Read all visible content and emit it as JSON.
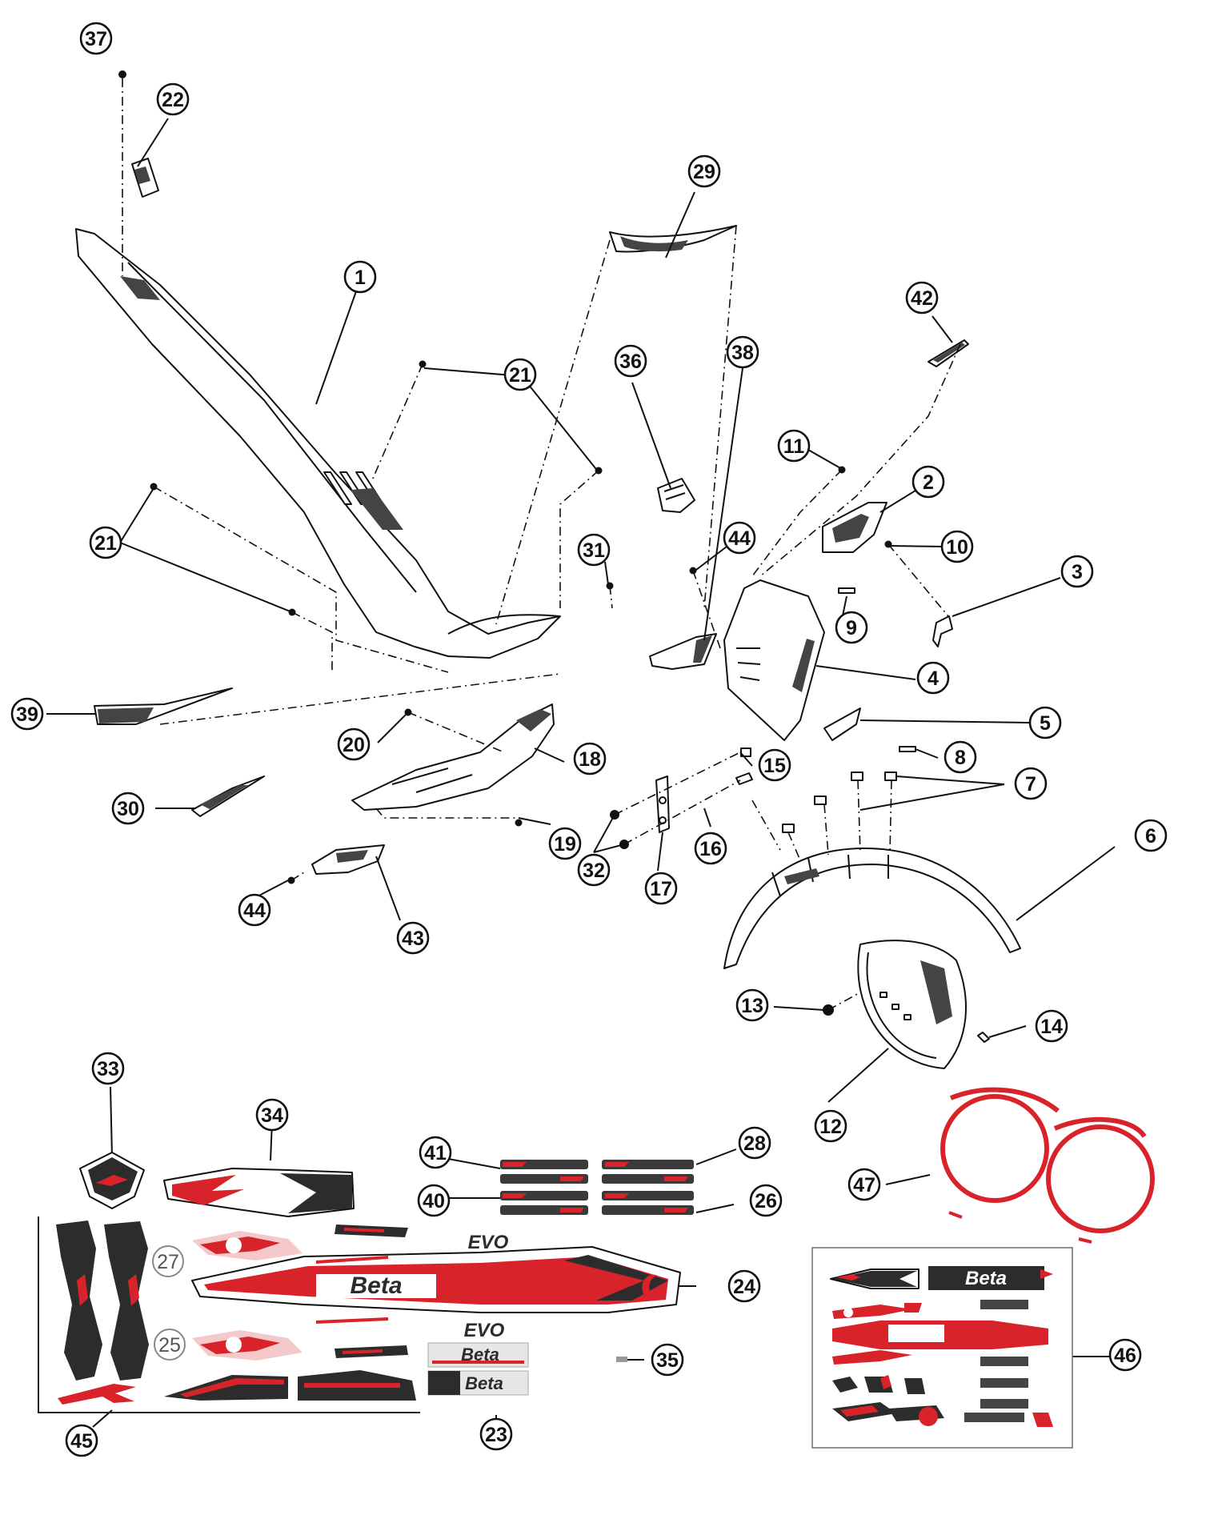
{
  "callouts": [
    {
      "id": "c37",
      "label": "37"
    },
    {
      "id": "c22",
      "label": "22"
    },
    {
      "id": "c29",
      "label": "29"
    },
    {
      "id": "c1",
      "label": "1"
    },
    {
      "id": "c42",
      "label": "42"
    },
    {
      "id": "c21a",
      "label": "21"
    },
    {
      "id": "c36",
      "label": "36"
    },
    {
      "id": "c38",
      "label": "38"
    },
    {
      "id": "c11",
      "label": "11"
    },
    {
      "id": "c2",
      "label": "2"
    },
    {
      "id": "c21b",
      "label": "21"
    },
    {
      "id": "c10",
      "label": "10"
    },
    {
      "id": "c31",
      "label": "31"
    },
    {
      "id": "c44a",
      "label": "44"
    },
    {
      "id": "c3",
      "label": "3"
    },
    {
      "id": "c9",
      "label": "9"
    },
    {
      "id": "c4",
      "label": "4"
    },
    {
      "id": "c39",
      "label": "39"
    },
    {
      "id": "c5",
      "label": "5"
    },
    {
      "id": "c20",
      "label": "20"
    },
    {
      "id": "c18",
      "label": "18"
    },
    {
      "id": "c8",
      "label": "8"
    },
    {
      "id": "c15",
      "label": "15"
    },
    {
      "id": "c7",
      "label": "7"
    },
    {
      "id": "c30",
      "label": "30"
    },
    {
      "id": "c19",
      "label": "19"
    },
    {
      "id": "c16",
      "label": "16"
    },
    {
      "id": "c6",
      "label": "6"
    },
    {
      "id": "c32",
      "label": "32"
    },
    {
      "id": "c17",
      "label": "17"
    },
    {
      "id": "c44b",
      "label": "44"
    },
    {
      "id": "c43",
      "label": "43"
    },
    {
      "id": "c13",
      "label": "13"
    },
    {
      "id": "c14",
      "label": "14"
    },
    {
      "id": "c12",
      "label": "12"
    },
    {
      "id": "c33",
      "label": "33"
    },
    {
      "id": "c34",
      "label": "34"
    },
    {
      "id": "c41",
      "label": "41"
    },
    {
      "id": "c28",
      "label": "28"
    },
    {
      "id": "c47",
      "label": "47"
    },
    {
      "id": "c40",
      "label": "40"
    },
    {
      "id": "c26",
      "label": "26"
    },
    {
      "id": "c27",
      "label": "27"
    },
    {
      "id": "c24",
      "label": "24"
    },
    {
      "id": "c25",
      "label": "25"
    },
    {
      "id": "c46",
      "label": "46"
    },
    {
      "id": "c35",
      "label": "35"
    },
    {
      "id": "c45",
      "label": "45"
    },
    {
      "id": "c23",
      "label": "23"
    }
  ],
  "decals": {
    "brand_big": "Beta",
    "brand_small_1": "Beta",
    "brand_small_2": "Beta",
    "brand_kit": "Beta",
    "model_top": "EVO",
    "model_bottom": "EVO"
  },
  "colors": {
    "red": "#d8232a",
    "dark": "#2c2c2c",
    "line": "#111111"
  }
}
